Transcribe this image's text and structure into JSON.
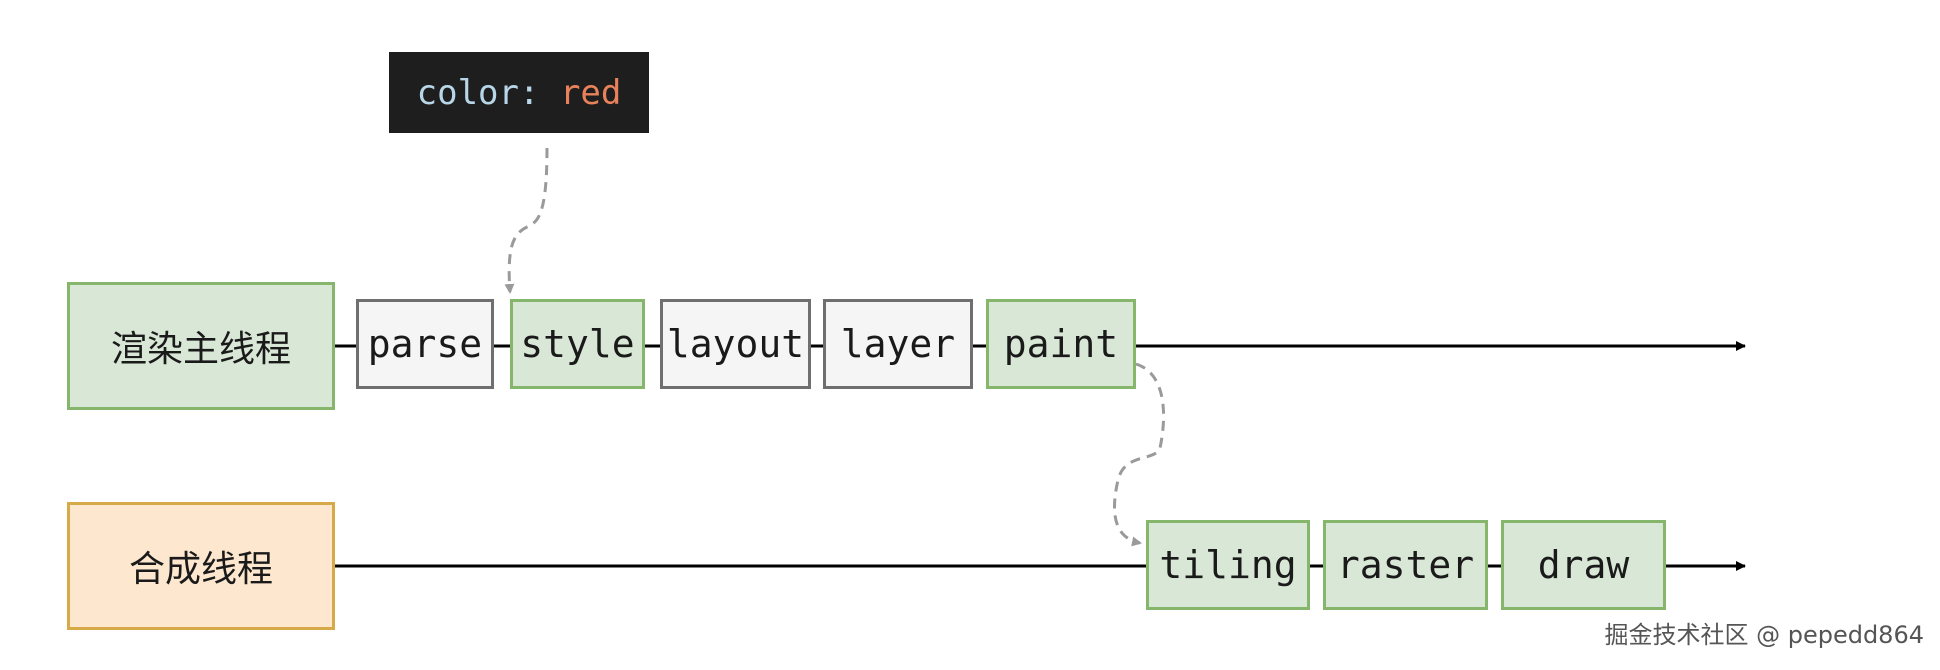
{
  "code_snippet": {
    "key": "color: ",
    "value": "red"
  },
  "main_thread": {
    "label": "渲染主线程",
    "steps": [
      {
        "label": "parse",
        "highlighted": false
      },
      {
        "label": "style",
        "highlighted": true
      },
      {
        "label": "layout",
        "highlighted": false
      },
      {
        "label": "layer",
        "highlighted": false
      },
      {
        "label": "paint",
        "highlighted": true
      }
    ]
  },
  "compositor_thread": {
    "label": "合成线程",
    "steps": [
      {
        "label": "tiling",
        "highlighted": true
      },
      {
        "label": "raster",
        "highlighted": true
      },
      {
        "label": "draw",
        "highlighted": true
      }
    ]
  },
  "watermark": "掘金技术社区 @ pepedd864",
  "colors": {
    "highlight_fill": "#d9e8d6",
    "highlight_border": "#86b56c",
    "neutral_fill": "#f5f5f5",
    "neutral_border": "#6f6f6f",
    "compositor_fill": "#fde7cf",
    "compositor_border": "#d6aa48",
    "code_bg": "#1e1e1e",
    "code_key": "#b7d6e8",
    "code_value": "#e8825a",
    "dashed_arrow": "#9a9a9a"
  }
}
